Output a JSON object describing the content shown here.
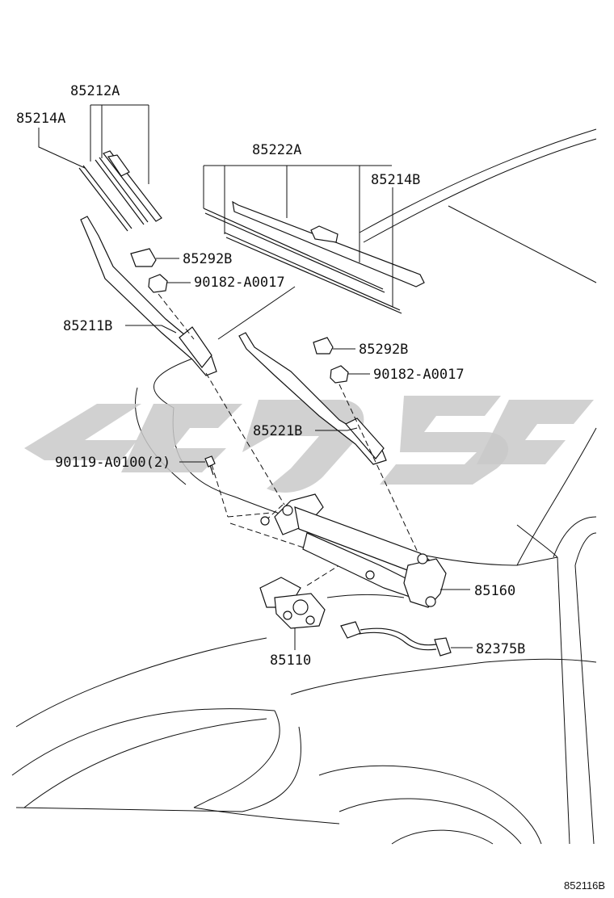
{
  "diagram": {
    "callouts": {
      "blade_assy_left": "85212A",
      "blade_insert_left": "85214A",
      "blade_assy_right": "85222A",
      "blade_insert_right": "85214B",
      "cap_left": "85292B",
      "nut_left": "90182-A0017",
      "arm_left": "85211B",
      "cap_right": "85292B",
      "nut_right": "90182-A0017",
      "arm_right": "85221B",
      "bolt": "90119-A0100(2)",
      "link_assy": "85160",
      "motor": "85110",
      "wire": "82375B"
    },
    "figure_ref": "852116B"
  }
}
